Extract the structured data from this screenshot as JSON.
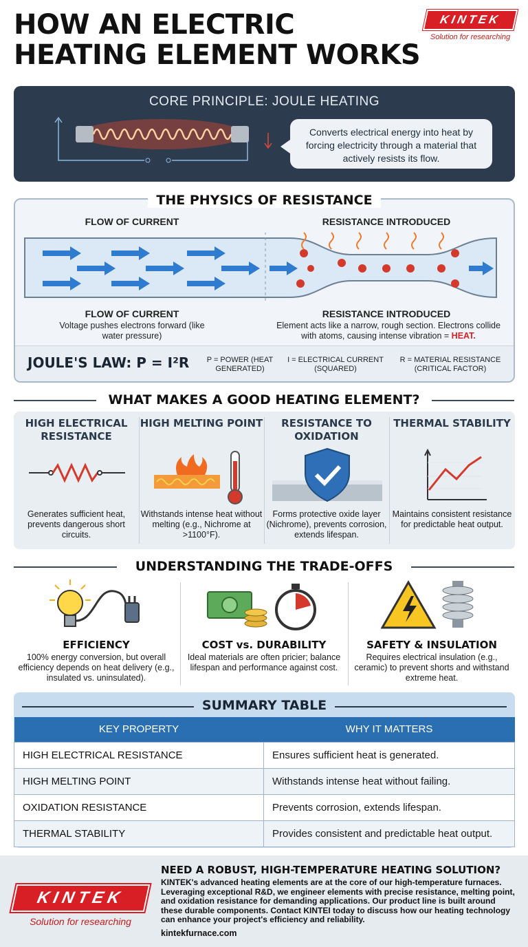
{
  "header": {
    "title_line1": "HOW AN ELECTRIC",
    "title_line2": "HEATING ELEMENT WORKS",
    "brand_logo": "KINTEK",
    "brand_tagline": "Solution for researching"
  },
  "core": {
    "title": "CORE PRINCIPLE: JOULE HEATING",
    "bubble": "Converts electrical energy into heat by forcing electricity through a material that actively resists its flow."
  },
  "physics": {
    "title": "THE PHYSICS OF RESISTANCE",
    "left_caption_top": "FLOW OF CURRENT",
    "right_caption_top": "RESISTANCE INTRODUCED",
    "left_caption_bottom": "FLOW OF CURRENT",
    "left_desc": "Voltage pushes electrons forward (like water pressure)",
    "right_caption_bottom": "RESISTANCE INTRODUCED",
    "right_desc": "Element acts like a narrow, rough section. Electrons collide with atoms, causing intense vibration =",
    "right_desc_heat": "HEAT.",
    "law_label": "JOULE'S LAW:  P = I²R",
    "def_p": "P = POWER (HEAT GENERATED)",
    "def_i": "I = ELECTRICAL CURRENT (SQUARED)",
    "def_r": "R = MATERIAL RESISTANCE (CRITICAL FACTOR)"
  },
  "good": {
    "title": "WHAT MAKES A GOOD HEATING ELEMENT?",
    "items": [
      {
        "title": "HIGH ELECTRICAL RESISTANCE",
        "desc": "Generates sufficient heat, prevents dangerous short circuits.",
        "icon": "resistor-icon"
      },
      {
        "title": "HIGH MELTING POINT",
        "desc": "Withstands intense heat without melting (e.g., Nichrome at >1100°F).",
        "icon": "flame-thermometer-icon"
      },
      {
        "title": "RESISTANCE TO OXIDATION",
        "desc": "Forms protective oxide layer (Nichrome), prevents corrosion, extends lifespan.",
        "icon": "shield-check-icon"
      },
      {
        "title": "THERMAL STABILITY",
        "desc": "Maintains consistent resistance for predictable heat output.",
        "icon": "line-graph-icon"
      }
    ]
  },
  "trade": {
    "title": "UNDERSTANDING THE TRADE-OFFS",
    "items": [
      {
        "title": "EFFICIENCY",
        "desc": "100% energy conversion, but overall efficiency depends on heat delivery (e.g., insulated vs. uninsulated).",
        "icon": "bulb-plug-icon"
      },
      {
        "title": "COST vs. DURABILITY",
        "desc": "Ideal materials are often pricier; balance lifespan and performance against cost.",
        "icon": "money-stopwatch-icon"
      },
      {
        "title": "SAFETY & INSULATION",
        "desc": "Requires electrical insulation (e.g., ceramic) to prevent shorts and withstand extreme heat.",
        "icon": "warning-insulator-icon"
      }
    ]
  },
  "summary": {
    "title": "SUMMARY TABLE",
    "col1": "KEY PROPERTY",
    "col2": "WHY IT MATTERS",
    "rows": [
      {
        "property": "HIGH ELECTRICAL RESISTANCE",
        "why": "Ensures sufficient heat is generated."
      },
      {
        "property": "HIGH MELTING POINT",
        "why": "Withstands intense heat without failing."
      },
      {
        "property": "OXIDATION RESISTANCE",
        "why": "Prevents corrosion, extends lifespan."
      },
      {
        "property": "THERMAL STABILITY",
        "why": "Provides consistent and predictable heat output."
      }
    ]
  },
  "footer": {
    "logo": "KINTEK",
    "tagline": "Solution for researching",
    "heading": "NEED A ROBUST, HIGH-TEMPERATURE HEATING SOLUTION?",
    "body": "KINTEK's advanced heating elements are at the core of our high-temperature furnaces. Leveraging exceptional R&D, we engineer elements with precise resistance, melting point, and oxidation resistance for demanding applications. Our product line is built around these durable components. Contact KINTEI today to discuss how our heating technology can enhance your project's efficiency and reliability.",
    "url": "kintekfurnace.com"
  }
}
